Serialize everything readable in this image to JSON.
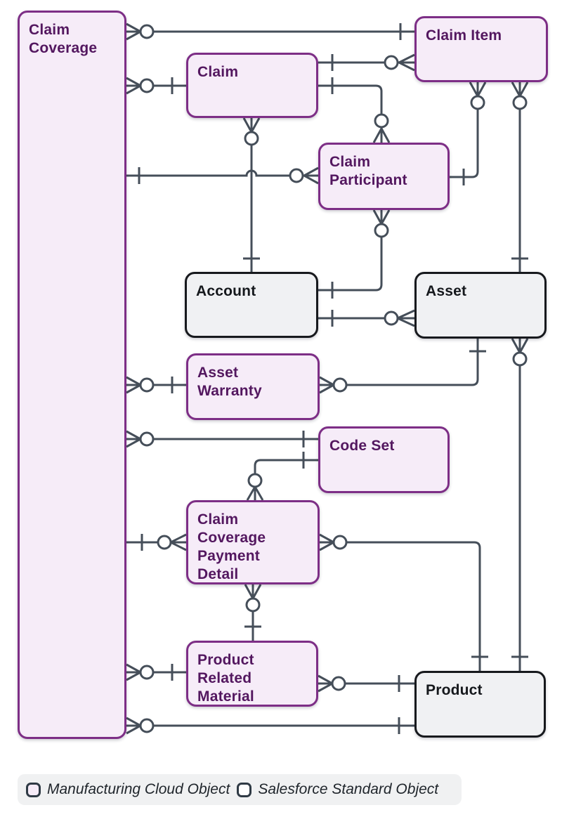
{
  "entities": {
    "claim_coverage": {
      "label": "Claim Coverage",
      "type": "Manufacturing Cloud Object"
    },
    "claim": {
      "label": "Claim",
      "type": "Manufacturing Cloud Object"
    },
    "claim_item": {
      "label": "Claim Item",
      "type": "Manufacturing Cloud Object"
    },
    "claim_participant": {
      "label": "Claim Participant",
      "type": "Manufacturing Cloud Object"
    },
    "account": {
      "label": "Account",
      "type": "Salesforce Standard Object"
    },
    "asset": {
      "label": "Asset",
      "type": "Salesforce Standard Object"
    },
    "asset_warranty": {
      "label": "Asset Warranty",
      "type": "Manufacturing Cloud Object"
    },
    "code_set": {
      "label": "Code Set",
      "type": "Manufacturing Cloud Object"
    },
    "claim_coverage_payment_detail": {
      "label": "Claim Coverage Payment Detail",
      "type": "Manufacturing Cloud Object"
    },
    "product_related_material": {
      "label": "Product Related Material",
      "type": "Manufacturing Cloud Object"
    },
    "product": {
      "label": "Product",
      "type": "Salesforce Standard Object"
    }
  },
  "relationships": [
    {
      "from": "Claim Coverage",
      "from_cardinality": "zero-or-many",
      "to": "Claim Item",
      "to_cardinality": "one"
    },
    {
      "from": "Claim Coverage",
      "from_cardinality": "zero-or-many",
      "to": "Claim",
      "to_cardinality": "one"
    },
    {
      "from": "Claim Coverage",
      "from_cardinality": "one",
      "to": "Claim Participant",
      "to_cardinality": "zero-or-many"
    },
    {
      "from": "Claim",
      "from_cardinality": "one",
      "to": "Claim Item",
      "to_cardinality": "zero-or-many"
    },
    {
      "from": "Claim",
      "from_cardinality": "one",
      "to": "Claim Participant",
      "to_cardinality": "zero-or-many"
    },
    {
      "from": "Claim",
      "from_cardinality": "zero-or-many",
      "to": "Account",
      "to_cardinality": "one"
    },
    {
      "from": "Account",
      "from_cardinality": "one",
      "to": "Claim Participant",
      "to_cardinality": "zero-or-many"
    },
    {
      "from": "Account",
      "from_cardinality": "one",
      "to": "Asset",
      "to_cardinality": "zero-or-many"
    },
    {
      "from": "Claim Item",
      "from_cardinality": "zero-or-many",
      "to": "Claim Participant",
      "to_cardinality": "one"
    },
    {
      "from": "Claim Item",
      "from_cardinality": "zero-or-many",
      "to": "Asset",
      "to_cardinality": "one"
    },
    {
      "from": "Asset",
      "from_cardinality": "one",
      "to": "Asset Warranty",
      "to_cardinality": "zero-or-many"
    },
    {
      "from": "Asset",
      "from_cardinality": "zero-or-many",
      "to": "Product",
      "to_cardinality": "one"
    },
    {
      "from": "Claim Coverage",
      "from_cardinality": "zero-or-many",
      "to": "Asset Warranty",
      "to_cardinality": "one"
    },
    {
      "from": "Claim Coverage",
      "from_cardinality": "zero-or-many",
      "to": "Code Set",
      "to_cardinality": "one"
    },
    {
      "from": "Code Set",
      "from_cardinality": "one",
      "to": "Claim Coverage Payment Detail",
      "to_cardinality": "zero-or-many"
    },
    {
      "from": "Claim Coverage",
      "from_cardinality": "one",
      "to": "Claim Coverage Payment Detail",
      "to_cardinality": "zero-or-many"
    },
    {
      "from": "Claim Coverage Payment Detail",
      "from_cardinality": "zero-or-many",
      "to": "Product",
      "to_cardinality": "one"
    },
    {
      "from": "Claim Coverage Payment Detail",
      "from_cardinality": "zero-or-many",
      "to": "Product Related Material",
      "to_cardinality": "one"
    },
    {
      "from": "Claim Coverage",
      "from_cardinality": "zero-or-many",
      "to": "Product Related Material",
      "to_cardinality": "one"
    },
    {
      "from": "Product Related Material",
      "from_cardinality": "zero-or-many",
      "to": "Product",
      "to_cardinality": "one"
    },
    {
      "from": "Claim Coverage",
      "from_cardinality": "zero-or-many",
      "to": "Product",
      "to_cardinality": "one"
    }
  ],
  "legend": {
    "items": [
      {
        "label": "Manufacturing Cloud Object",
        "swatch": "manufacturing-cloud-swatch"
      },
      {
        "label": "Salesforce Standard Object",
        "swatch": "salesforce-standard-swatch"
      }
    ]
  },
  "colors": {
    "manufacturing_fill": "#f6ecf8",
    "manufacturing_border": "#7d2e86",
    "manufacturing_text": "#53175f",
    "standard_fill": "#f0f1f3",
    "standard_border": "#17191d",
    "standard_text": "#15181c",
    "connector": "#454e59",
    "legend_background": "#f0f1f2"
  }
}
